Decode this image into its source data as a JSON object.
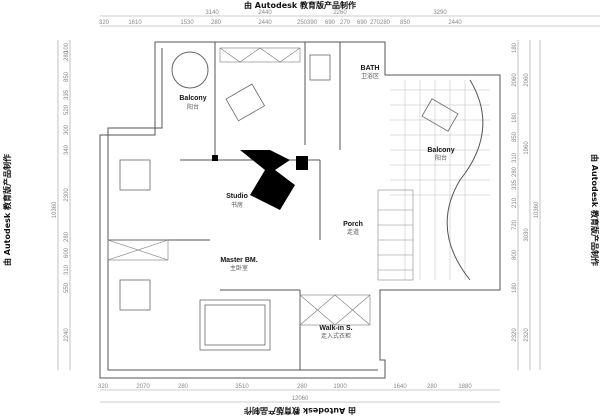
{
  "watermark": "由 Autodesk 教育版产品制作",
  "dimensions": {
    "top_outer": [
      "3140",
      "2440",
      "2260",
      "3290"
    ],
    "top_inner": [
      "320",
      "1610",
      "1530",
      "280",
      "2440",
      "250",
      "390",
      "690",
      "270",
      "690",
      "270",
      "280",
      "850",
      "2440"
    ],
    "bottom_inner": [
      "320",
      "2070",
      "280",
      "3510",
      "280",
      "1900",
      "1640",
      "280",
      "1880"
    ],
    "bottom_total": "12060",
    "left_inner": [
      "100",
      "280",
      "850",
      "335",
      "520",
      "300",
      "340",
      "2300",
      "280",
      "600",
      "310",
      "550",
      "2240"
    ],
    "left_total": "10360",
    "right_inner": [
      "180",
      "2060",
      "180",
      "850",
      "310",
      "280",
      "335",
      "210",
      "720",
      "800",
      "180",
      "2320"
    ],
    "right_mid": [
      "2060",
      "1960",
      "3030",
      "2320"
    ],
    "right_total": "10360"
  },
  "rooms": [
    {
      "name": "Balcony",
      "cn": "阳台"
    },
    {
      "name": "BATH",
      "cn": "卫浴区"
    },
    {
      "name": "Studio",
      "cn": "书房"
    },
    {
      "name": "Balcony",
      "cn": "阳台"
    },
    {
      "name": "Porch",
      "cn": "走道"
    },
    {
      "name": "Master BM.",
      "cn": "主卧室"
    },
    {
      "name": "Walk-in S.",
      "cn": "走入式衣柜"
    }
  ],
  "colors": {
    "line": "#555555",
    "light": "#999999",
    "fill": "#000000"
  }
}
